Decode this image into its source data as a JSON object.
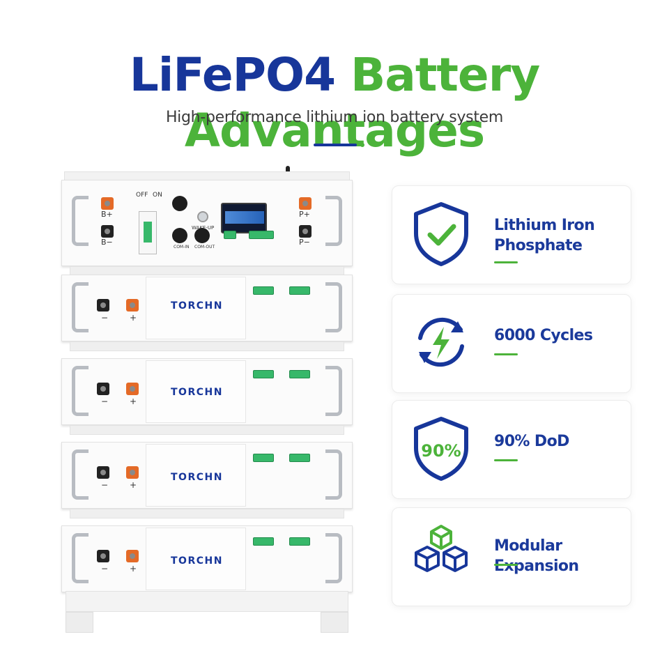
{
  "header": {
    "title_part1": "LiFePO4",
    "title_part2": "Battery Advantages",
    "subtitle": "High-performance lithium ion battery system"
  },
  "battery": {
    "brand": "TORCHN",
    "bms": {
      "off": "OFF",
      "on": "ON",
      "b_plus": "B+",
      "b_minus": "B−",
      "p_plus": "P+",
      "p_minus": "P−",
      "wake_up": "WAKE-UP",
      "com_in": "COM-IN",
      "com_out": "COM-OUT"
    },
    "terminal_minus": "−",
    "terminal_plus": "+",
    "module_count": 4
  },
  "features": [
    {
      "label": "Lithium Iron Phosphate",
      "label_line1": "Lithium Iron",
      "label_line2": "Phosphate",
      "icon": "shield-check-icon"
    },
    {
      "label": "6000 Cycles",
      "icon": "cycle-lightning-icon"
    },
    {
      "label": "90% DoD",
      "icon": "shield-90-icon",
      "icon_text": "90%"
    },
    {
      "label": "Modular Expansion",
      "icon": "stacked-cubes-icon"
    }
  ],
  "colors": {
    "primary_blue": "#17369a",
    "accent_green": "#4cb33a",
    "terminal_orange": "#e46a27"
  }
}
